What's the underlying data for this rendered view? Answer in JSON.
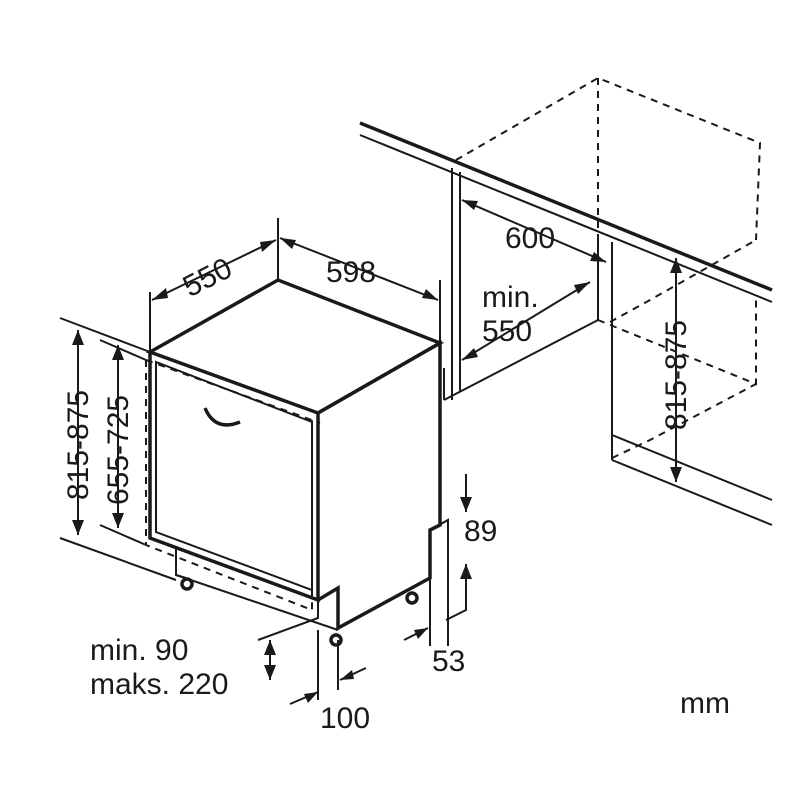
{
  "labels": {
    "depth_550": "550",
    "width_598": "598",
    "niche_width_600": "600",
    "niche_min_label": "min.",
    "niche_min_550": "550",
    "height_815_875_left": "815-875",
    "height_655_725": "655-725",
    "height_815_875_right": "815-875",
    "plinth_89": "89",
    "plinth_53": "53",
    "plinth_min": "min. 90",
    "plinth_max": "maks. 220",
    "foot_100": "100",
    "unit": "mm"
  }
}
